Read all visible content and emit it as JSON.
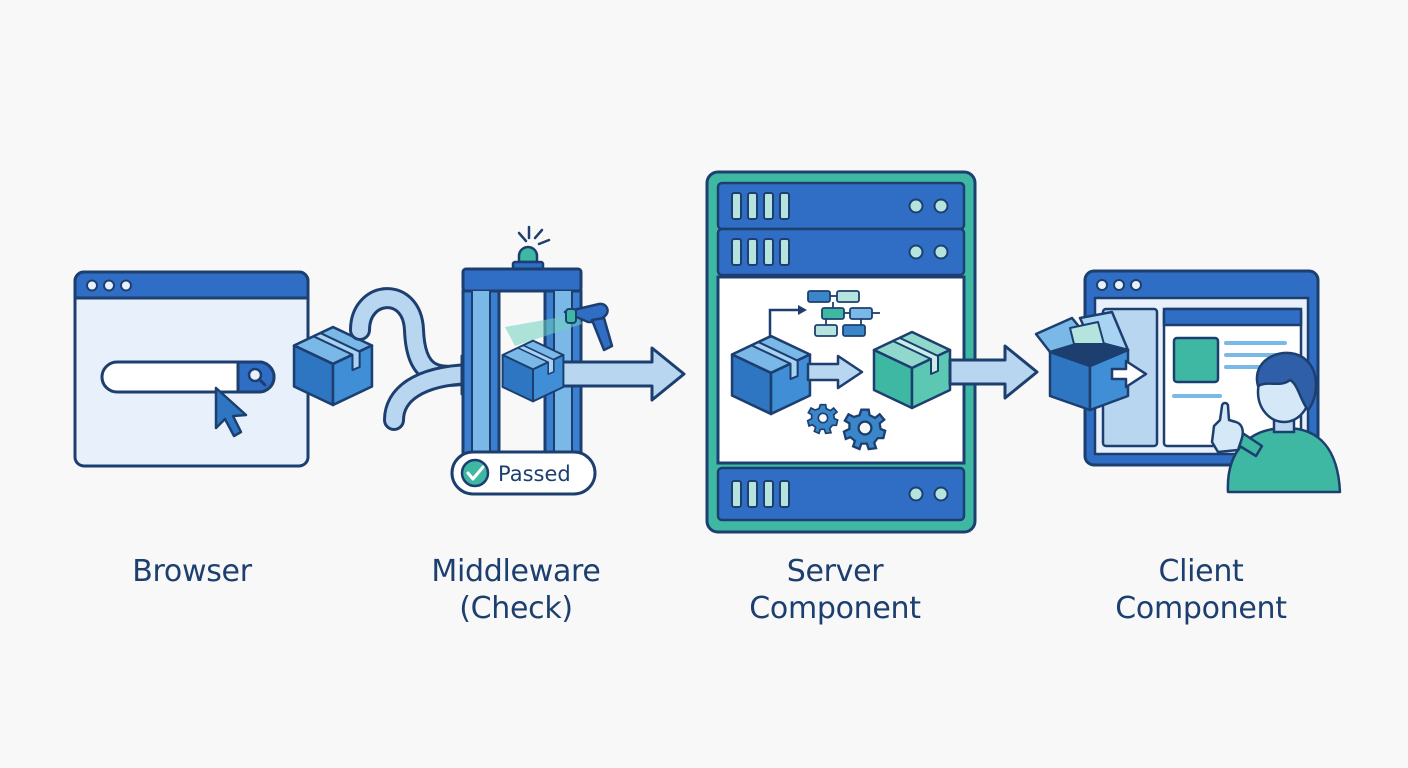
{
  "stages": [
    {
      "id": "browser",
      "lines": [
        "Browser"
      ]
    },
    {
      "id": "middleware",
      "lines": [
        "Middleware",
        "(Check)"
      ]
    },
    {
      "id": "server",
      "lines": [
        "Server",
        "Component"
      ]
    },
    {
      "id": "client",
      "lines": [
        "Client",
        "Component"
      ]
    }
  ],
  "middleware_badge": {
    "text": "Passed",
    "icon": "check-circle-icon"
  },
  "icons": {
    "browser": [
      "browser-window-icon",
      "search-icon",
      "cursor-icon",
      "package-icon"
    ],
    "middleware": [
      "security-gate-icon",
      "alarm-light-icon",
      "scanner-icon",
      "package-icon"
    ],
    "server": [
      "server-rack-icon",
      "package-icon",
      "flowchart-icon",
      "gear-icon"
    ],
    "client": [
      "browser-window-icon",
      "open-package-icon",
      "person-icon",
      "pointing-hand-icon"
    ]
  },
  "colors": {
    "outline": "#1d3f70",
    "primary_blue": "#2f6ec4",
    "box_blue": "#3a86c8",
    "teal": "#3eb8a3",
    "teal_light": "#b4e4dd",
    "panel_light": "#e8f1fb",
    "arrow_fill": "#b9d6f0",
    "background": "#f7f8f7"
  }
}
